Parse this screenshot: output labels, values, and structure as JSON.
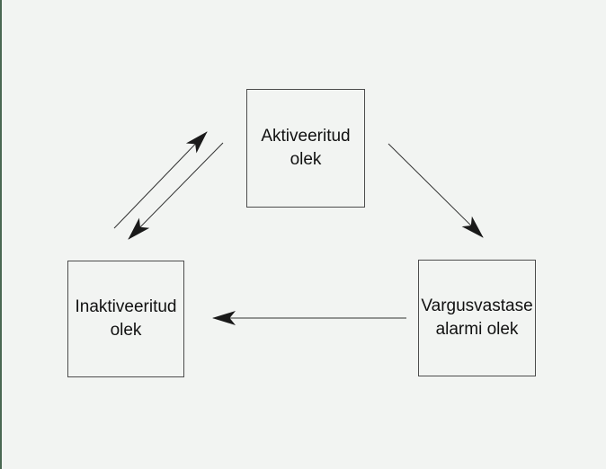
{
  "page": {
    "background_color": "#f2f4f2",
    "left_accent_color": "#4a6853"
  },
  "diagram": {
    "type": "state-diagram",
    "node_border_color": "#4d4d4d",
    "node_text_color": "#111111",
    "arrow_color": "#1a1a1a",
    "nodes": [
      {
        "id": "activated",
        "label": "Aktiveeritud olek",
        "lines": [
          "Aktiveeritud",
          "olek"
        ]
      },
      {
        "id": "deactivated",
        "label": "Inaktiveeritud olek",
        "lines": [
          "Inaktiveeritud",
          "olek"
        ]
      },
      {
        "id": "theft-alarm",
        "label": "Vargusvastase alarmi olek",
        "lines": [
          "Vargusvastase",
          "alarmi olek"
        ]
      }
    ],
    "edges": [
      {
        "from": "Inaktiveeritud olek",
        "to": "Aktiveeritud olek"
      },
      {
        "from": "Aktiveeritud olek",
        "to": "Inaktiveeritud olek"
      },
      {
        "from": "Aktiveeritud olek",
        "to": "Vargusvastase alarmi olek"
      },
      {
        "from": "Vargusvastase alarmi olek",
        "to": "Inaktiveeritud olek"
      }
    ]
  }
}
